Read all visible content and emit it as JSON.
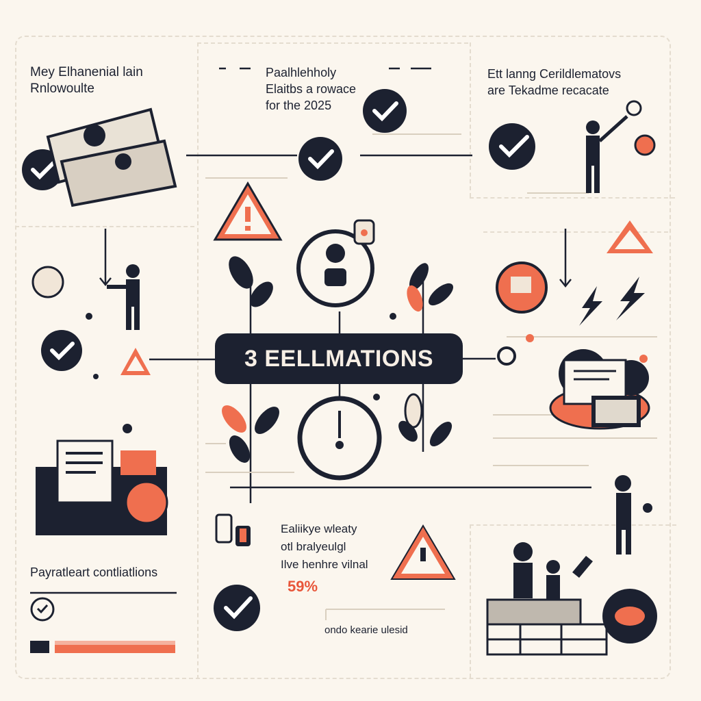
{
  "colors": {
    "navy": "#1c2130",
    "accent": "#ef6f4f",
    "paper": "#fbf6ee",
    "cream": "#f1e6d8"
  },
  "center_label": "3 EELLMATIONS",
  "panels": {
    "top_left": {
      "line1": "Mey Elhanenial lain",
      "line2": "Rnlowoulte"
    },
    "top_center": {
      "line1": "Paalhlehholy",
      "line2": "Elaitbs a rowace",
      "line3": "for the 2025"
    },
    "top_right": {
      "line1": "Ett lanng Cerildlematovs",
      "line2": "are Tekadme recacate"
    },
    "bottom_center": {
      "line1": "Ealiikye wleaty",
      "line2": "otl bralyeulgl",
      "line3": "Ilve henhre vilnal",
      "percent": "59%"
    },
    "bottom_center_footer": "ondo kearie ulesid",
    "bottom_left": {
      "title": "Payratleart contliatlions"
    }
  },
  "icons": [
    "check-icon",
    "warning-icon",
    "clock-icon",
    "money-icon",
    "lightning-icon",
    "leaf-icon",
    "document-icon",
    "person-icon"
  ]
}
